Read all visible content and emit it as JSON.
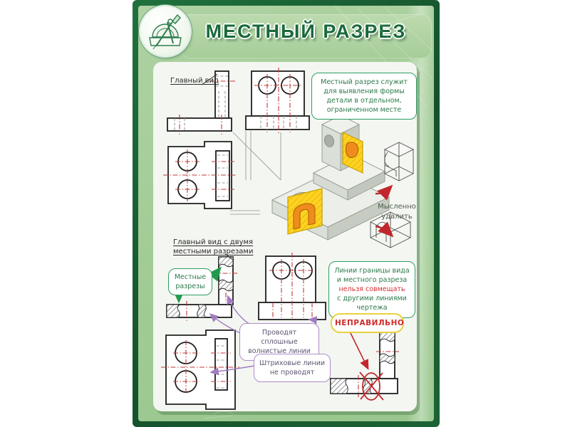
{
  "title": "МЕСТНЫЙ РАЗРЕЗ",
  "logo": {
    "icon": "compass-protractor"
  },
  "colors": {
    "frame_green": "#1a6334",
    "mat_green": "#a8cf9d",
    "accent_green": "#2e8b57",
    "centerline_red": "#bf3a36",
    "warning_red": "#d63031",
    "wrong_box_yellow": "#e8d23c",
    "cut_yellow": "#ffd21f",
    "cut_orange": "#f08c1e",
    "note_purple": "#a07cc0"
  },
  "labels": {
    "main_view": "Главный вид",
    "main_view_two_cuts": "Главный вид с двумя местными разрезами",
    "local_cuts": "Местные разрезы",
    "mentally_remove": "Мысленно удалить"
  },
  "callouts": {
    "definition": "Местный разрез служит для выявления формы детали в отдельном, ограниченном месте",
    "boundary_rule_part1": "Линии границы вида и местного разреза",
    "boundary_rule_highlight": "нельзя совмещать",
    "boundary_rule_part2": "с другими линиями чертежа",
    "wavy_lines": "Проводят сплошные волнистые линии",
    "dashed_lines": "Штриховые линии не проводят",
    "wrong": "НЕПРАВИЛЬНО"
  }
}
